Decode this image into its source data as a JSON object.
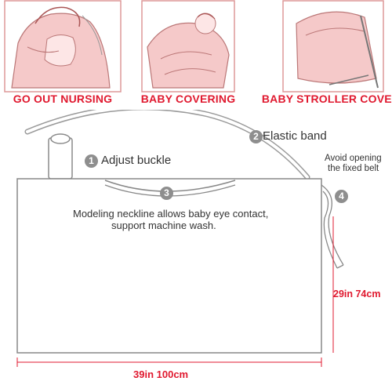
{
  "usages": [
    {
      "label": "GO OUT NURSING",
      "icon": "mother-nursing-icon"
    },
    {
      "label": "BABY COVERING",
      "icon": "baby-covering-icon"
    },
    {
      "label": "BABY STROLLER COVER",
      "icon": "stroller-cover-icon"
    }
  ],
  "callouts": [
    {
      "number": "1",
      "text": "Adjust buckle"
    },
    {
      "number": "2",
      "text": "Elastic band"
    },
    {
      "number": "3",
      "text": "Modeling neckline allows baby eye contact,",
      "text2": "support machine wash."
    },
    {
      "number": "4",
      "text": "Avoid opening",
      "text2": "the fixed belt"
    }
  ],
  "dimensions": {
    "height": "29in  74cm",
    "width": "39in    100cm"
  },
  "colors": {
    "accent": "#e0192f",
    "line": "#9a9a9a",
    "badge": "#8e8e8e",
    "pink": "#f5c9c9"
  }
}
